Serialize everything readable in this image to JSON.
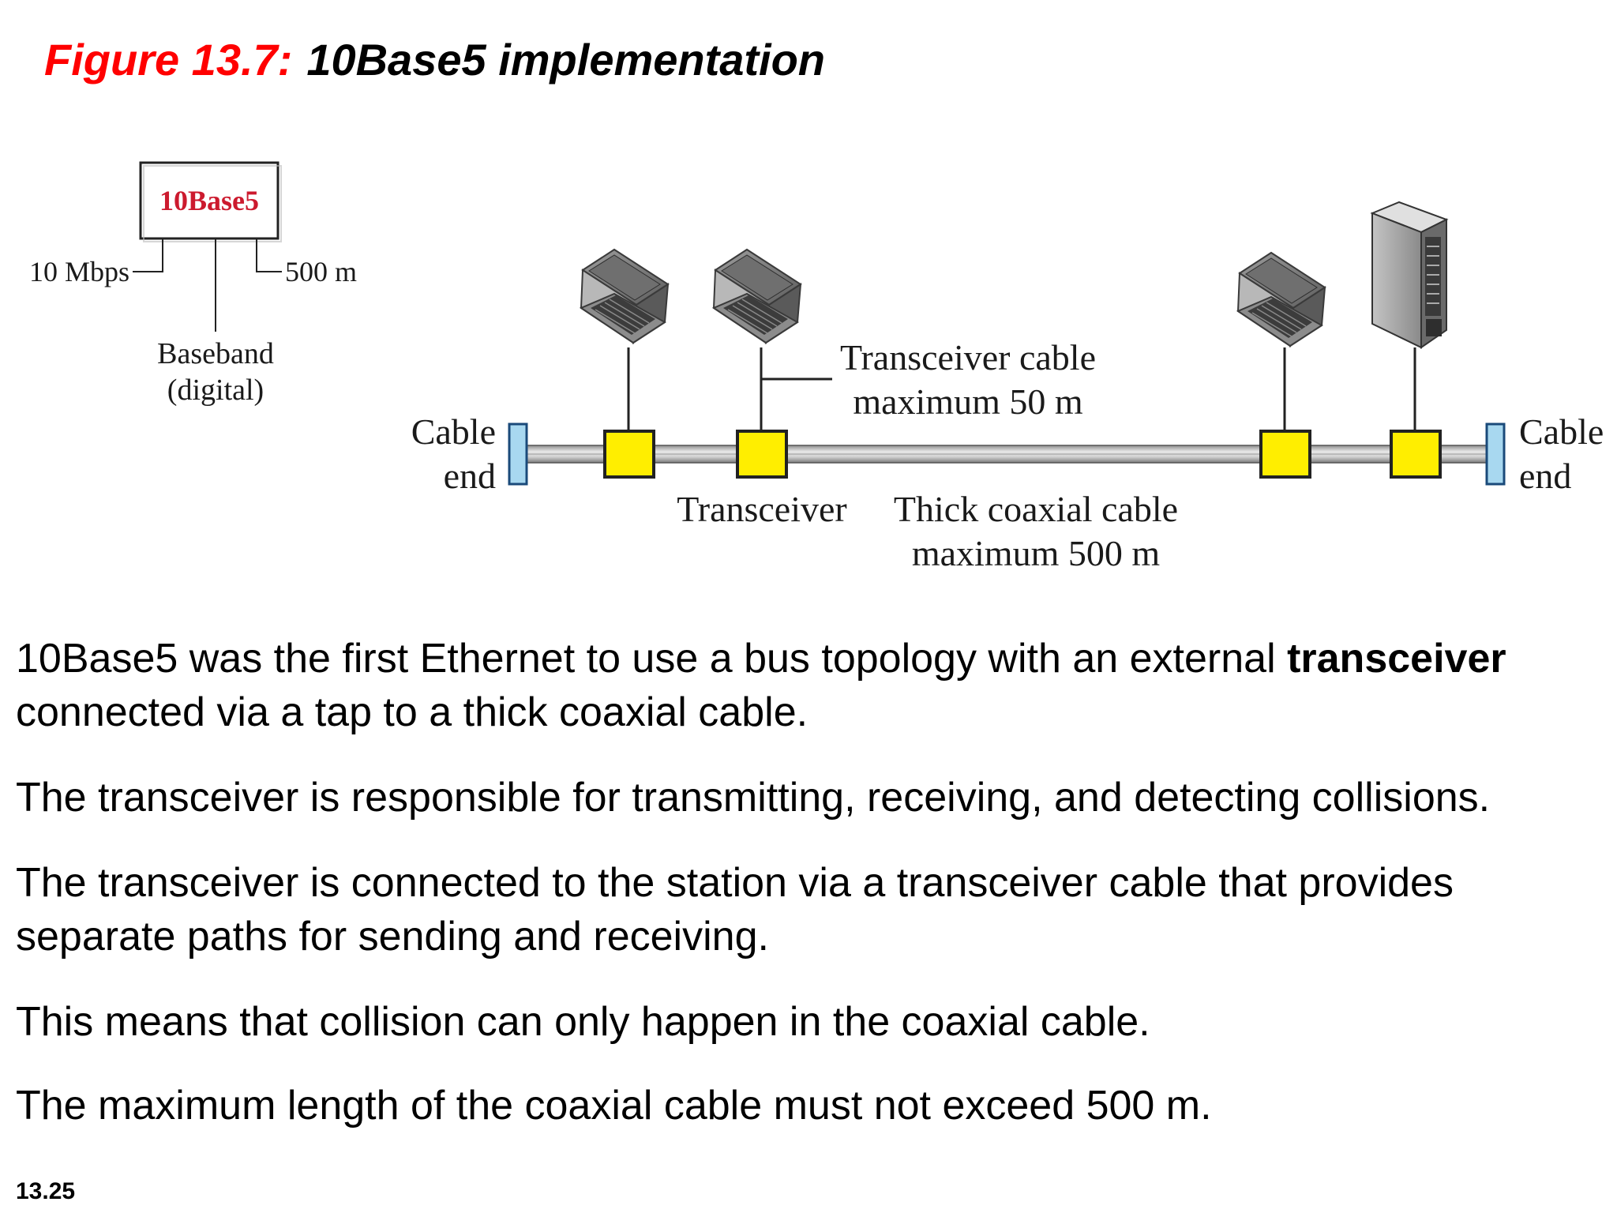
{
  "title": {
    "figure": "Figure 13.7:",
    "name": "10Base5  implementation"
  },
  "diagram": {
    "legend": {
      "name": "10Base5",
      "rate": "10 Mbps",
      "length": "500 m",
      "signal_line1": "Baseband",
      "signal_line2": "(digital)"
    },
    "cable_end_left": [
      "Cable",
      "end"
    ],
    "cable_end_right": [
      "Cable",
      "end"
    ],
    "transceiver_cable": [
      "Transceiver cable",
      "maximum 50 m"
    ],
    "transceiver": "Transceiver",
    "coax": [
      "Thick coaxial cable",
      "maximum 500 m"
    ],
    "stations": [
      "laptop-icon",
      "laptop-icon",
      "laptop-icon",
      "server-icon"
    ]
  },
  "paragraphs": {
    "p1_pre": "10Base5 was the first Ethernet to use a bus topology with an external ",
    "p1_bold": "transceiver",
    "p1_post": " connected via a tap to a thick coaxial cable.",
    "p2": "The transceiver is responsible for transmitting, receiving, and detecting collisions.",
    "p3": "The transceiver is connected to the station via a transceiver cable that provides separate paths for sending and receiving.",
    "p4": "This means that collision can only happen in the coaxial cable.",
    "p5": "The maximum length of the coaxial cable must not exceed 500 m."
  },
  "slide_number": "13.25",
  "colors": {
    "figure_label": "#ff0000",
    "legend_name": "#cc1a2e",
    "transceiver_fill": "#ffee00",
    "cable_end_fill": "#a8d8f0",
    "coax": "#c8c8c8"
  }
}
